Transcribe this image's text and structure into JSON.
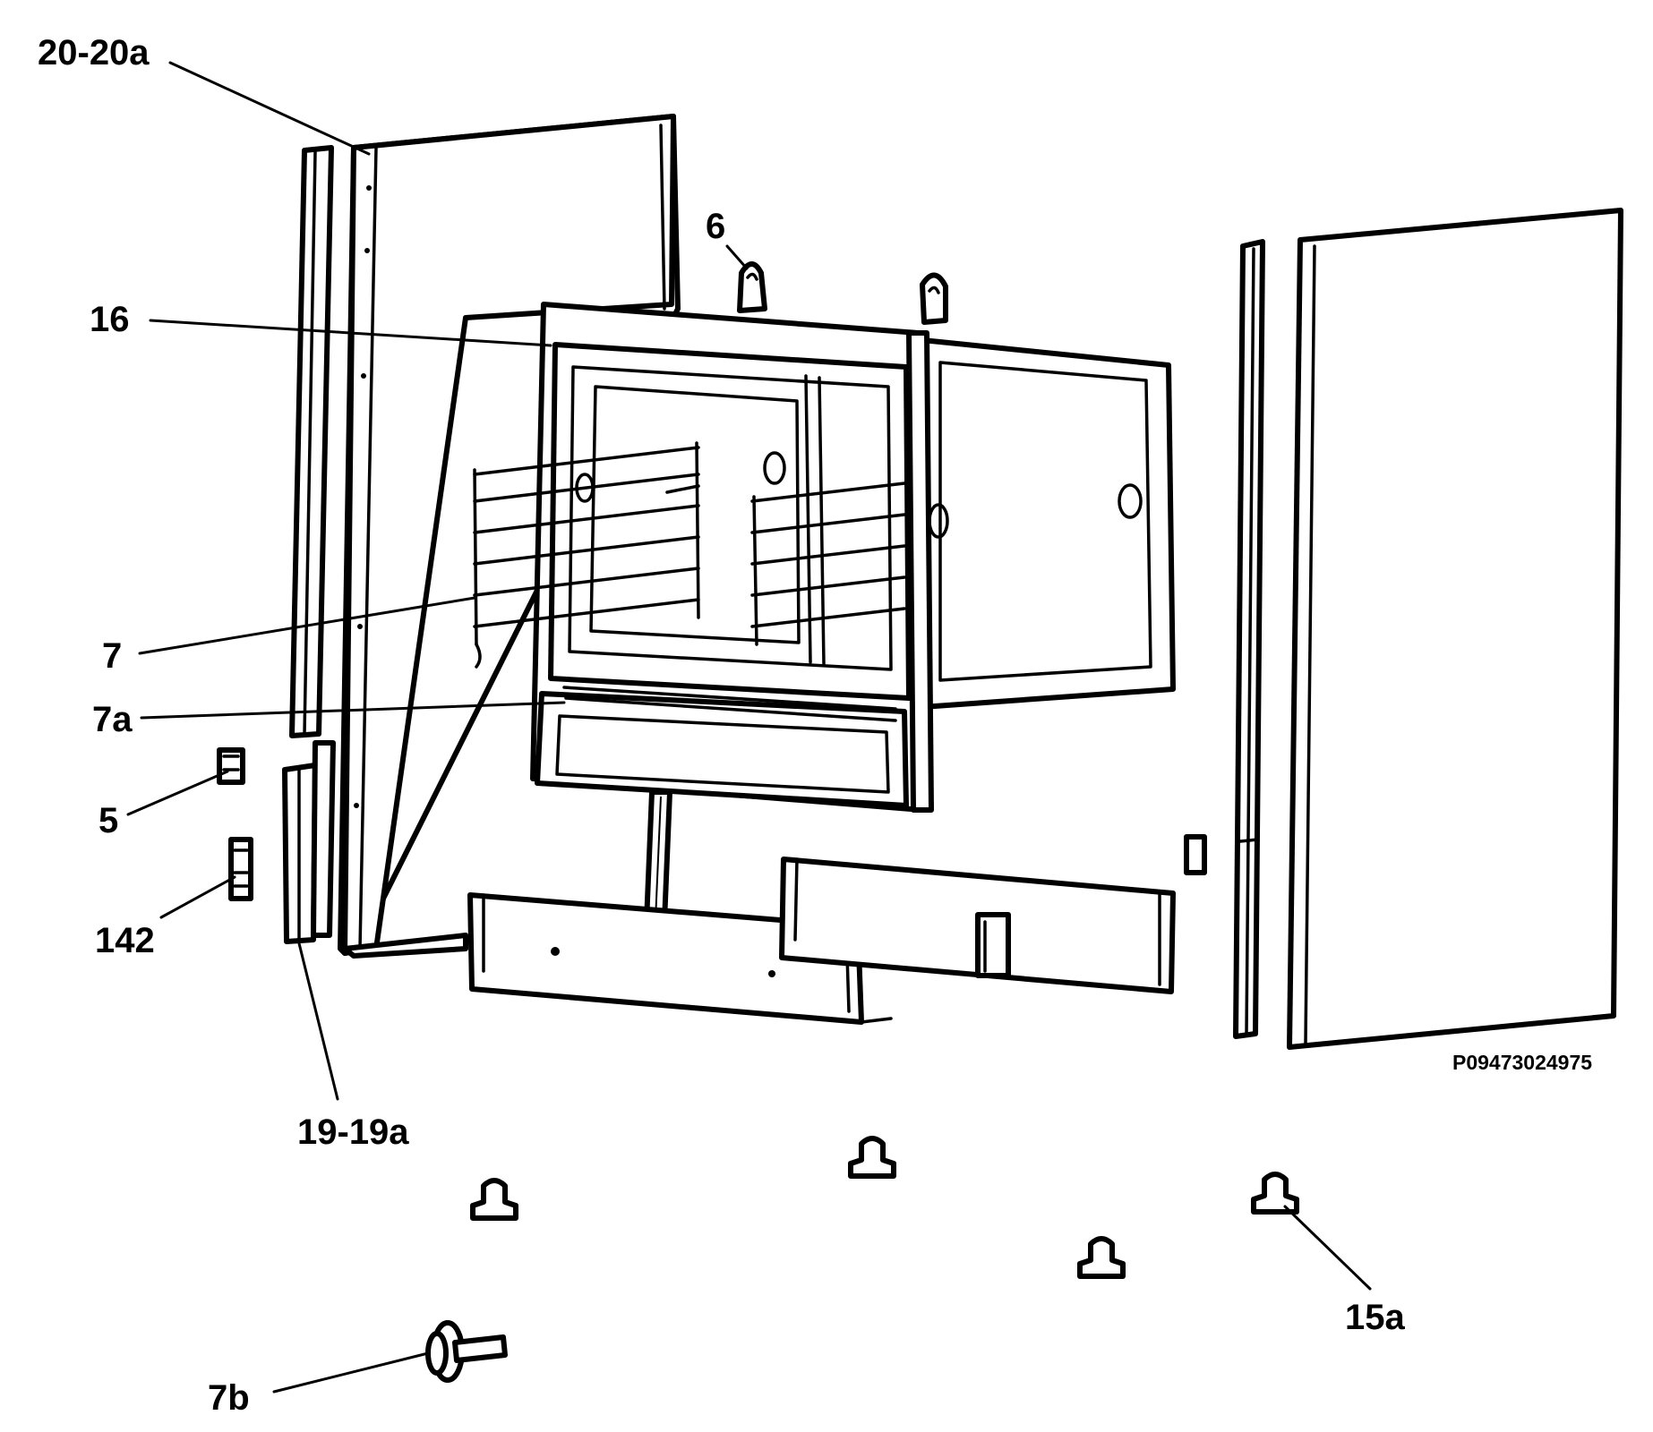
{
  "callouts": {
    "c20_20a": "20-20a",
    "c6": "6",
    "c16": "16",
    "c7": "7",
    "c7a": "7a",
    "c5": "5",
    "c142": "142",
    "c19_19a": "19-19a",
    "c15a": "15a",
    "c7b": "7b"
  },
  "drawing_number": "P09473024975"
}
